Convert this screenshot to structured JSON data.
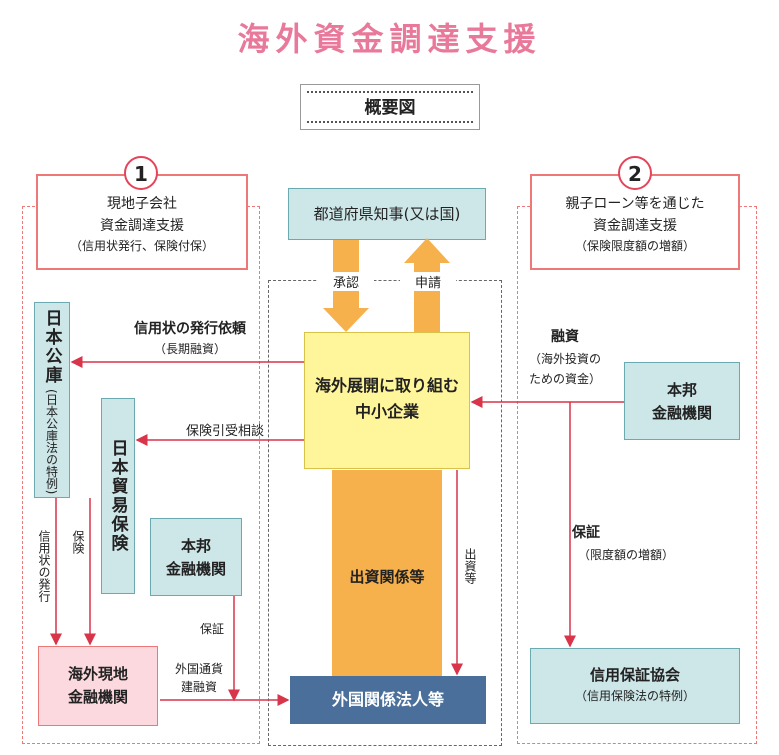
{
  "title": "海外資金調達支援",
  "overview": "概要図",
  "panel1": {
    "number": "1",
    "line1": "現地子会社",
    "line2": "資金調達支援",
    "line3": "（信用状発行、保険付保）"
  },
  "panel2": {
    "number": "2",
    "line1": "親子ローン等を通じた",
    "line2": "資金調達支援",
    "line3": "（保険限度額の増額）"
  },
  "governor": "都道府県知事(又は国)",
  "approval": "承認",
  "application": "申請",
  "sme": {
    "line1": "海外展開に取り組む",
    "line2": "中小企業"
  },
  "investment": "出資関係等",
  "investment_v": "出資等",
  "foreign_corp": "外国関係法人等",
  "jfc_main": "日本公庫",
  "jfc_sub": "(日本公庫法の特例)",
  "nexi": "日本貿易保険",
  "domestic_bank": {
    "line1": "本邦",
    "line2": "金融機関"
  },
  "local_bank": {
    "line1": "海外現地",
    "line2": "金融機関"
  },
  "credit_guarantee": {
    "line1": "信用保証協会",
    "line2": "（信用保険法の特例）"
  },
  "lc_request": {
    "line1": "信用状の発行依頼",
    "line2": "（長期融資）"
  },
  "insurance_consult": "保険引受相談",
  "financing": {
    "line1": "融資",
    "line2": "（海外投資の",
    "line3": "ための資金）"
  },
  "guarantee_right": {
    "line1": "保証",
    "line2": "（限度額の増額）"
  },
  "lc_issue": "信用状の発行",
  "insurance": "保険",
  "guarantee_left": "保証",
  "fx_loan": {
    "line1": "外国通貨",
    "line2": "建融資"
  },
  "colors": {
    "title": "#e8799a",
    "red": "#d8344a",
    "teal": "#cde6e8",
    "yellow": "#fff59a",
    "orange": "#f7b14c",
    "navy": "#4a6f9a"
  }
}
